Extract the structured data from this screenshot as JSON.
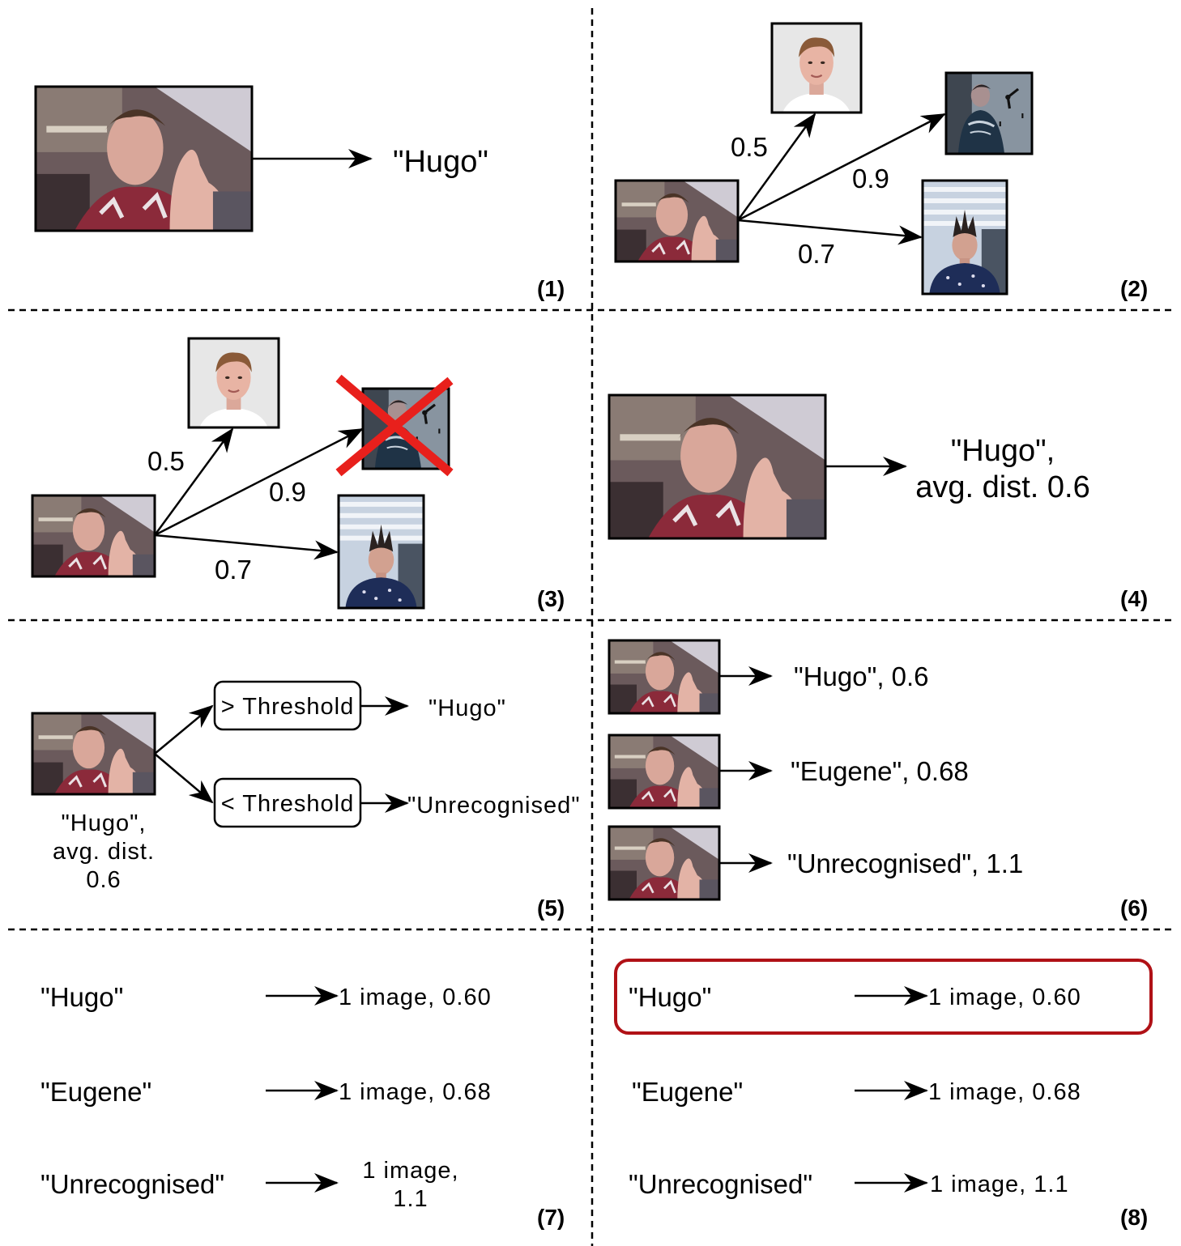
{
  "panels": [
    {
      "number": "(1)",
      "output": "\"Hugo\""
    },
    {
      "number": "(2)",
      "distances": [
        "0.5",
        "0.9",
        "0.7"
      ]
    },
    {
      "number": "(3)",
      "distances": [
        "0.5",
        "0.9",
        "0.7"
      ]
    },
    {
      "number": "(4)",
      "output_line1": "\"Hugo\",",
      "output_line2": "avg. dist. 0.6"
    },
    {
      "number": "(5)",
      "input_caption": [
        "\"Hugo\",",
        "avg. dist.",
        "0.6"
      ],
      "upper_box": "> Threshold",
      "upper_result": "\"Hugo\"",
      "lower_box": "< Threshold",
      "lower_result": "\"Unrecognised\""
    },
    {
      "number": "(6)",
      "results": [
        "\"Hugo\",  0.6",
        "\"Eugene\", 0.68",
        "\"Unrecognised\", 1.1"
      ]
    },
    {
      "number": "(7)",
      "rows": [
        {
          "name": "\"Hugo\"",
          "value": "1 image, 0.60"
        },
        {
          "name": "\"Eugene\"",
          "value": "1 image, 0.68"
        },
        {
          "name": "\"Unrecognised\"",
          "value_line1": "1 image,",
          "value_line2": "1.1"
        }
      ]
    },
    {
      "number": "(8)",
      "rows": [
        {
          "name": "\"Hugo\"",
          "value": "1 image, 0.60"
        },
        {
          "name": "\"Eugene\"",
          "value": "1 image, 0.68"
        },
        {
          "name": "\"Unrecognised\"",
          "value": "1 image, 1.1"
        }
      ]
    }
  ],
  "colors": {
    "highlight": "#b01116",
    "cross": "#e8201c",
    "arrow": "#000000",
    "divider": "#000000"
  }
}
